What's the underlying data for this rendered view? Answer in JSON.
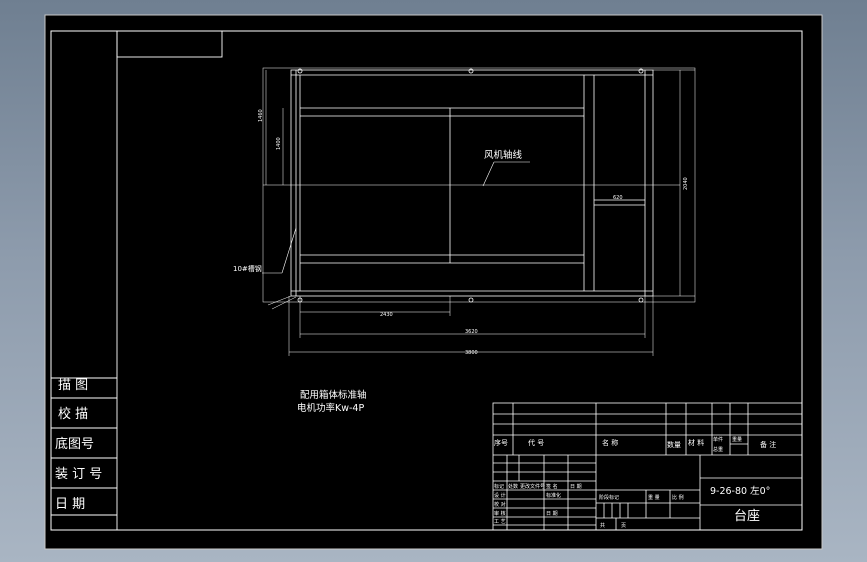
{
  "drawing": {
    "fan_axis_label": "风机轴线",
    "channel_label": "10#槽钢",
    "note_line1": "配用箱体标准轴",
    "note_line2": "电机功率Kw-4P",
    "dims": {
      "top_left_v": "1460",
      "top_left_v2": "1400",
      "right_v": "2040",
      "inner_h": "620",
      "bottom_short": "2430",
      "bottom_long": "3620",
      "bottom_overall": "3800"
    }
  },
  "side_stamp": [
    "描 图",
    "校 描",
    "底图号",
    "装 订 号",
    "日 期"
  ],
  "title_block": {
    "header_cols": [
      "序号",
      "代 号",
      "名 称",
      "数量",
      "材 料",
      "单件",
      "总重",
      "备 注"
    ],
    "header_weight": "重量",
    "left_rows": [
      "标记",
      "处数",
      "更改文件号",
      "签 名",
      "日 期"
    ],
    "left_roles": [
      "设 计",
      "标准化",
      "校 对",
      "审 核",
      "工 艺",
      "日 期"
    ],
    "stage_labels": [
      "阶段标记",
      "重 量",
      "比 例"
    ],
    "sheet_count": [
      "共",
      "页"
    ],
    "drawing_no": "9-26-80 左0°",
    "drawing_name": "台座"
  }
}
